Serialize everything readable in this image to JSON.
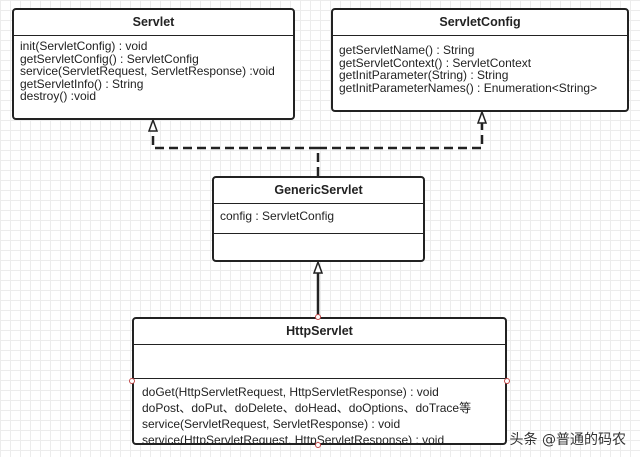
{
  "classes": {
    "servlet": {
      "name": "Servlet",
      "methods": [
        "init(ServletConfig) : void",
        "getServletConfig() : ServletConfig",
        "service(ServletRequest, ServletResponse) :void",
        "getServletInfo() : String",
        "destroy() :void"
      ]
    },
    "servlet_config": {
      "name": "ServletConfig",
      "methods": [
        "getServletName() : String",
        "getServletContext() : ServletContext",
        "getInitParameter(String) : String",
        "getInitParameterNames() : Enumeration<String>"
      ]
    },
    "generic_servlet": {
      "name": "GenericServlet",
      "attributes": [
        "config : ServletConfig"
      ]
    },
    "http_servlet": {
      "name": "HttpServlet",
      "methods": [
        "doGet(HttpServletRequest, HttpServletResponse) : void",
        "doPost、doPut、doDelete、doHead、doOptions、doTrace等",
        "service(ServletRequest, ServletResponse) : void",
        "service(HttpServletRequest, HttpServletResponse) : void"
      ]
    }
  },
  "watermark": "头条 @普通的码农"
}
